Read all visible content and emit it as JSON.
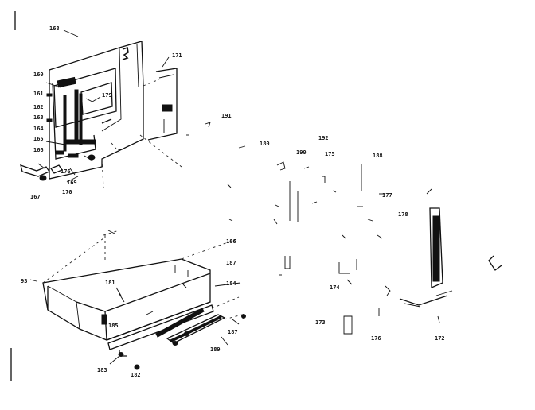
{
  "diagram": {
    "callouts": {
      "c168": "168",
      "c160": "160",
      "c161": "161",
      "c162": "162",
      "c163": "163",
      "c164": "164",
      "c165": "165",
      "c166": "166",
      "c167": "167",
      "c169": "169",
      "c170": "170",
      "c171": "171",
      "c176a": "176",
      "c179": "179",
      "c191": "191",
      "c180": "180",
      "c192": "192",
      "c190": "190",
      "c175": "175",
      "c188": "188",
      "c177": "177",
      "c178": "178",
      "c186": "186",
      "c187a": "187",
      "c184": "184",
      "c174": "174",
      "c173": "173",
      "c176b": "176",
      "c172": "172",
      "c181": "181",
      "c185": "185",
      "c187b": "187",
      "c189": "189",
      "c183": "183",
      "c182": "182",
      "c193": "93"
    }
  }
}
